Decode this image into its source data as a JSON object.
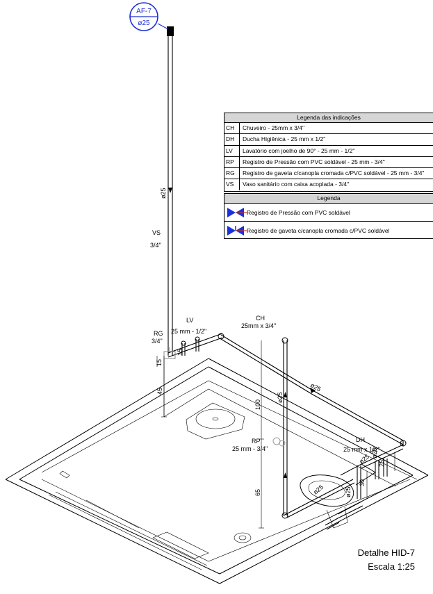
{
  "riser_tag": {
    "code": "AF-7",
    "diameter": "ø25"
  },
  "riser_labels": {
    "diameter": "ø25",
    "fixture": "VS",
    "size": "3/4\""
  },
  "fixture_labels": {
    "rg_code": "RG",
    "rg_size": "3/4\"",
    "lv_code": "LV",
    "lv_size": "25 mm - 1/2\"",
    "ch_code": "CH",
    "ch_size": "25mm x 3/4\"",
    "rp_code": "RP",
    "rp_size": "25 mm - 3/4\"",
    "dh_code": "DH",
    "dh_size": "25 mm x 1/2\""
  },
  "dimensions": {
    "d15a": "15",
    "d15b": "15",
    "d45": "45",
    "d100": "100",
    "d65": "65",
    "d30": "30",
    "d25b": "25",
    "p25_ch": "ø25",
    "p25_top": "ø25",
    "p25_a": "ø25",
    "p25_b": "ø25",
    "p25_c": "ø25",
    "p25_d": "ø25"
  },
  "legend_indications": {
    "title": "Legenda das indicações",
    "rows": [
      {
        "code": "CH",
        "desc": "Chuveiro - 25mm x 3/4\""
      },
      {
        "code": "DH",
        "desc": "Ducha Higiênica - 25 mm x 1/2\""
      },
      {
        "code": "LV",
        "desc": "Lavatório com joelho de 90° - 25 mm - 1/2\""
      },
      {
        "code": "RP",
        "desc": "Registro de Pressão com PVC soldável - 25 mm - 3/4\""
      },
      {
        "code": "RG",
        "desc": "Registro de gaveta c/canopla cromada c/PVC soldável - 25 mm - 3/4\""
      },
      {
        "code": "VS",
        "desc": "Vaso sanitário com caixa acoplada - 3/4\""
      }
    ]
  },
  "legend_symbols": {
    "title": "Legenda",
    "rows": [
      {
        "label": "Registro de Pressão com PVC soldável",
        "icon": "pressure-valve-icon"
      },
      {
        "label": "Registro de gaveta c/canopla cromada c/PVC soldável",
        "icon": "gate-valve-icon"
      }
    ]
  },
  "title_block": {
    "detail": "Detalhe HID-7",
    "scale": "Escala 1:25"
  },
  "colors": {
    "tag_blue": "#1f2fd4",
    "symbol_blue": "#1c2fe0",
    "legend_header": "#d6d6d6",
    "valve_red": "#c0392b"
  }
}
